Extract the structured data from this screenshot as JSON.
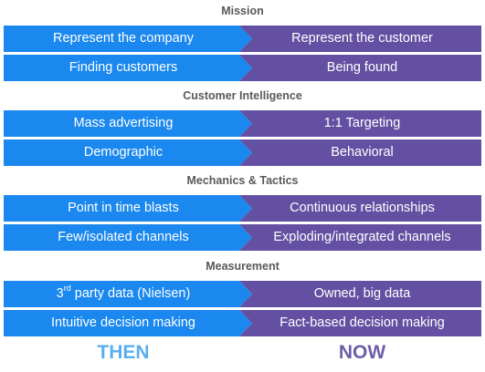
{
  "colors": {
    "then": "#1a88ee",
    "now": "#6450a2",
    "then_label": "#5aaef0",
    "now_label": "#6e5ea8",
    "section_title": "#595959"
  },
  "sections": [
    {
      "title": "Mission",
      "rows": [
        {
          "then": "Represent the company",
          "now": "Represent the customer"
        },
        {
          "then": "Finding customers",
          "now": "Being found"
        }
      ]
    },
    {
      "title": "Customer Intelligence",
      "rows": [
        {
          "then": "Mass advertising",
          "now": "1:1 Targeting"
        },
        {
          "then": "Demographic",
          "now": "Behavioral"
        }
      ]
    },
    {
      "title": "Mechanics & Tactics",
      "rows": [
        {
          "then": "Point in time blasts",
          "now": "Continuous relationships"
        },
        {
          "then": "Few/isolated channels",
          "now": "Exploding/integrated channels"
        }
      ]
    },
    {
      "title": "Measurement",
      "rows": [
        {
          "then_prefix": "3",
          "then_sup": "rd",
          "then": " party data (Nielsen)",
          "now": "Owned, big data"
        },
        {
          "then": "Intuitive decision making",
          "now": "Fact-based decision making"
        }
      ]
    }
  ],
  "footer": {
    "then_label": "THEN",
    "now_label": "NOW"
  }
}
